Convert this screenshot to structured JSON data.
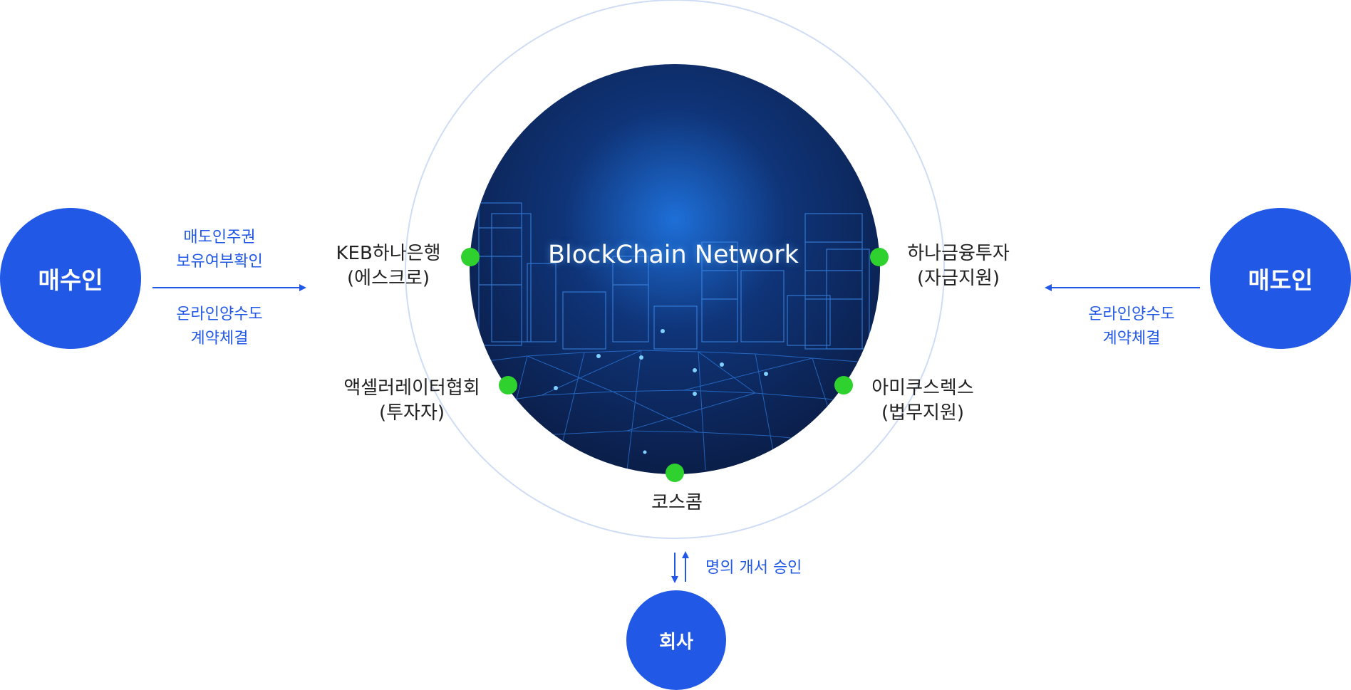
{
  "colors": {
    "primary_blue": "#2258e6",
    "network_dark": "#0b1f4b",
    "network_glow": "#1e6fd8",
    "node_green": "#2ed12e",
    "ring": "#cfdcf5",
    "label_text": "#222222"
  },
  "buyer": {
    "label": "매수인"
  },
  "seller": {
    "label": "매도인"
  },
  "company": {
    "label": "회사"
  },
  "buyer_notes": {
    "line1": "매도인주권",
    "line2": "보유여부확인",
    "line3": "온라인양수도",
    "line4": "계약체결"
  },
  "seller_notes": {
    "line1": "온라인양수도",
    "line2": "계약체결"
  },
  "company_note": {
    "text": "명의 개서 승인"
  },
  "network": {
    "title": "BlockChain Network"
  },
  "nodes": {
    "keb": {
      "name": "KEB하나은행",
      "role": "(에스크로)"
    },
    "hana": {
      "name": "하나금융투자",
      "role": "(자금지원)"
    },
    "accelerator": {
      "name": "액셀러레이터협회",
      "role": "(투자자)"
    },
    "amicus": {
      "name": "아미쿠스렉스",
      "role": "(법무지원)"
    },
    "koscom": {
      "name": "코스콤"
    }
  }
}
